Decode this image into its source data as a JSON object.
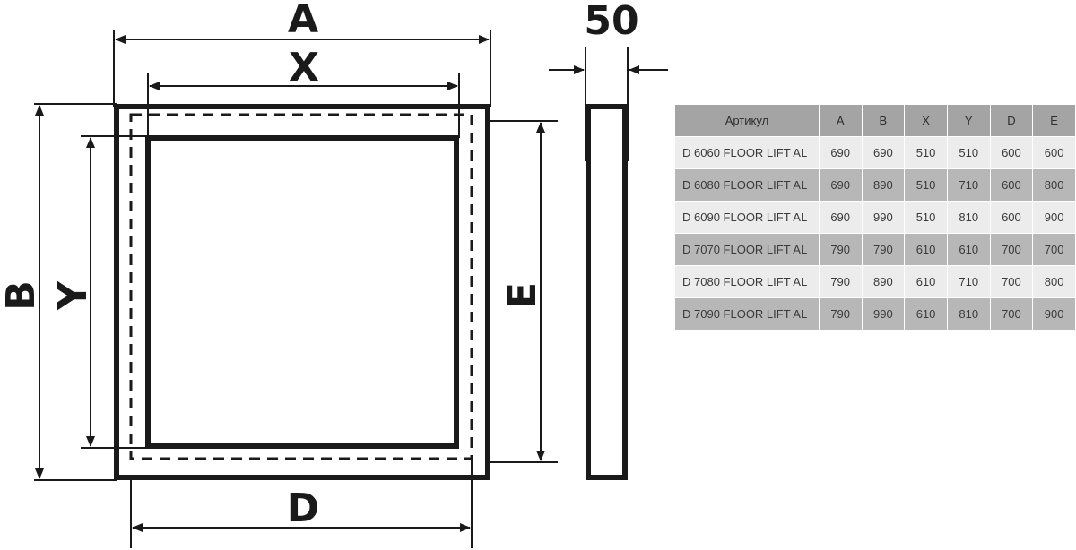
{
  "dimension_labels": {
    "A": "A",
    "X": "X",
    "B": "B",
    "Y": "Y",
    "E": "E",
    "D": "D",
    "depth": "50"
  },
  "table": {
    "headers": [
      "Артикул",
      "A",
      "B",
      "X",
      "Y",
      "D",
      "E"
    ],
    "rows": [
      [
        "D 6060 FLOOR LIFT AL",
        "690",
        "690",
        "510",
        "510",
        "600",
        "600"
      ],
      [
        "D 6080 FLOOR LIFT AL",
        "690",
        "890",
        "510",
        "710",
        "600",
        "800"
      ],
      [
        "D 6090 FLOOR LIFT AL",
        "690",
        "990",
        "510",
        "810",
        "600",
        "900"
      ],
      [
        "D 7070 FLOOR LIFT AL",
        "790",
        "790",
        "610",
        "610",
        "700",
        "700"
      ],
      [
        "D 7080 FLOOR LIFT AL",
        "790",
        "890",
        "610",
        "710",
        "700",
        "800"
      ],
      [
        "D 7090 FLOOR LIFT AL",
        "790",
        "990",
        "610",
        "810",
        "700",
        "900"
      ]
    ]
  },
  "colors": {
    "line": "#1a1a1a",
    "header_bg": "#a4a4a4",
    "row_light": "#ececec",
    "row_dark": "#b7b7b7"
  }
}
